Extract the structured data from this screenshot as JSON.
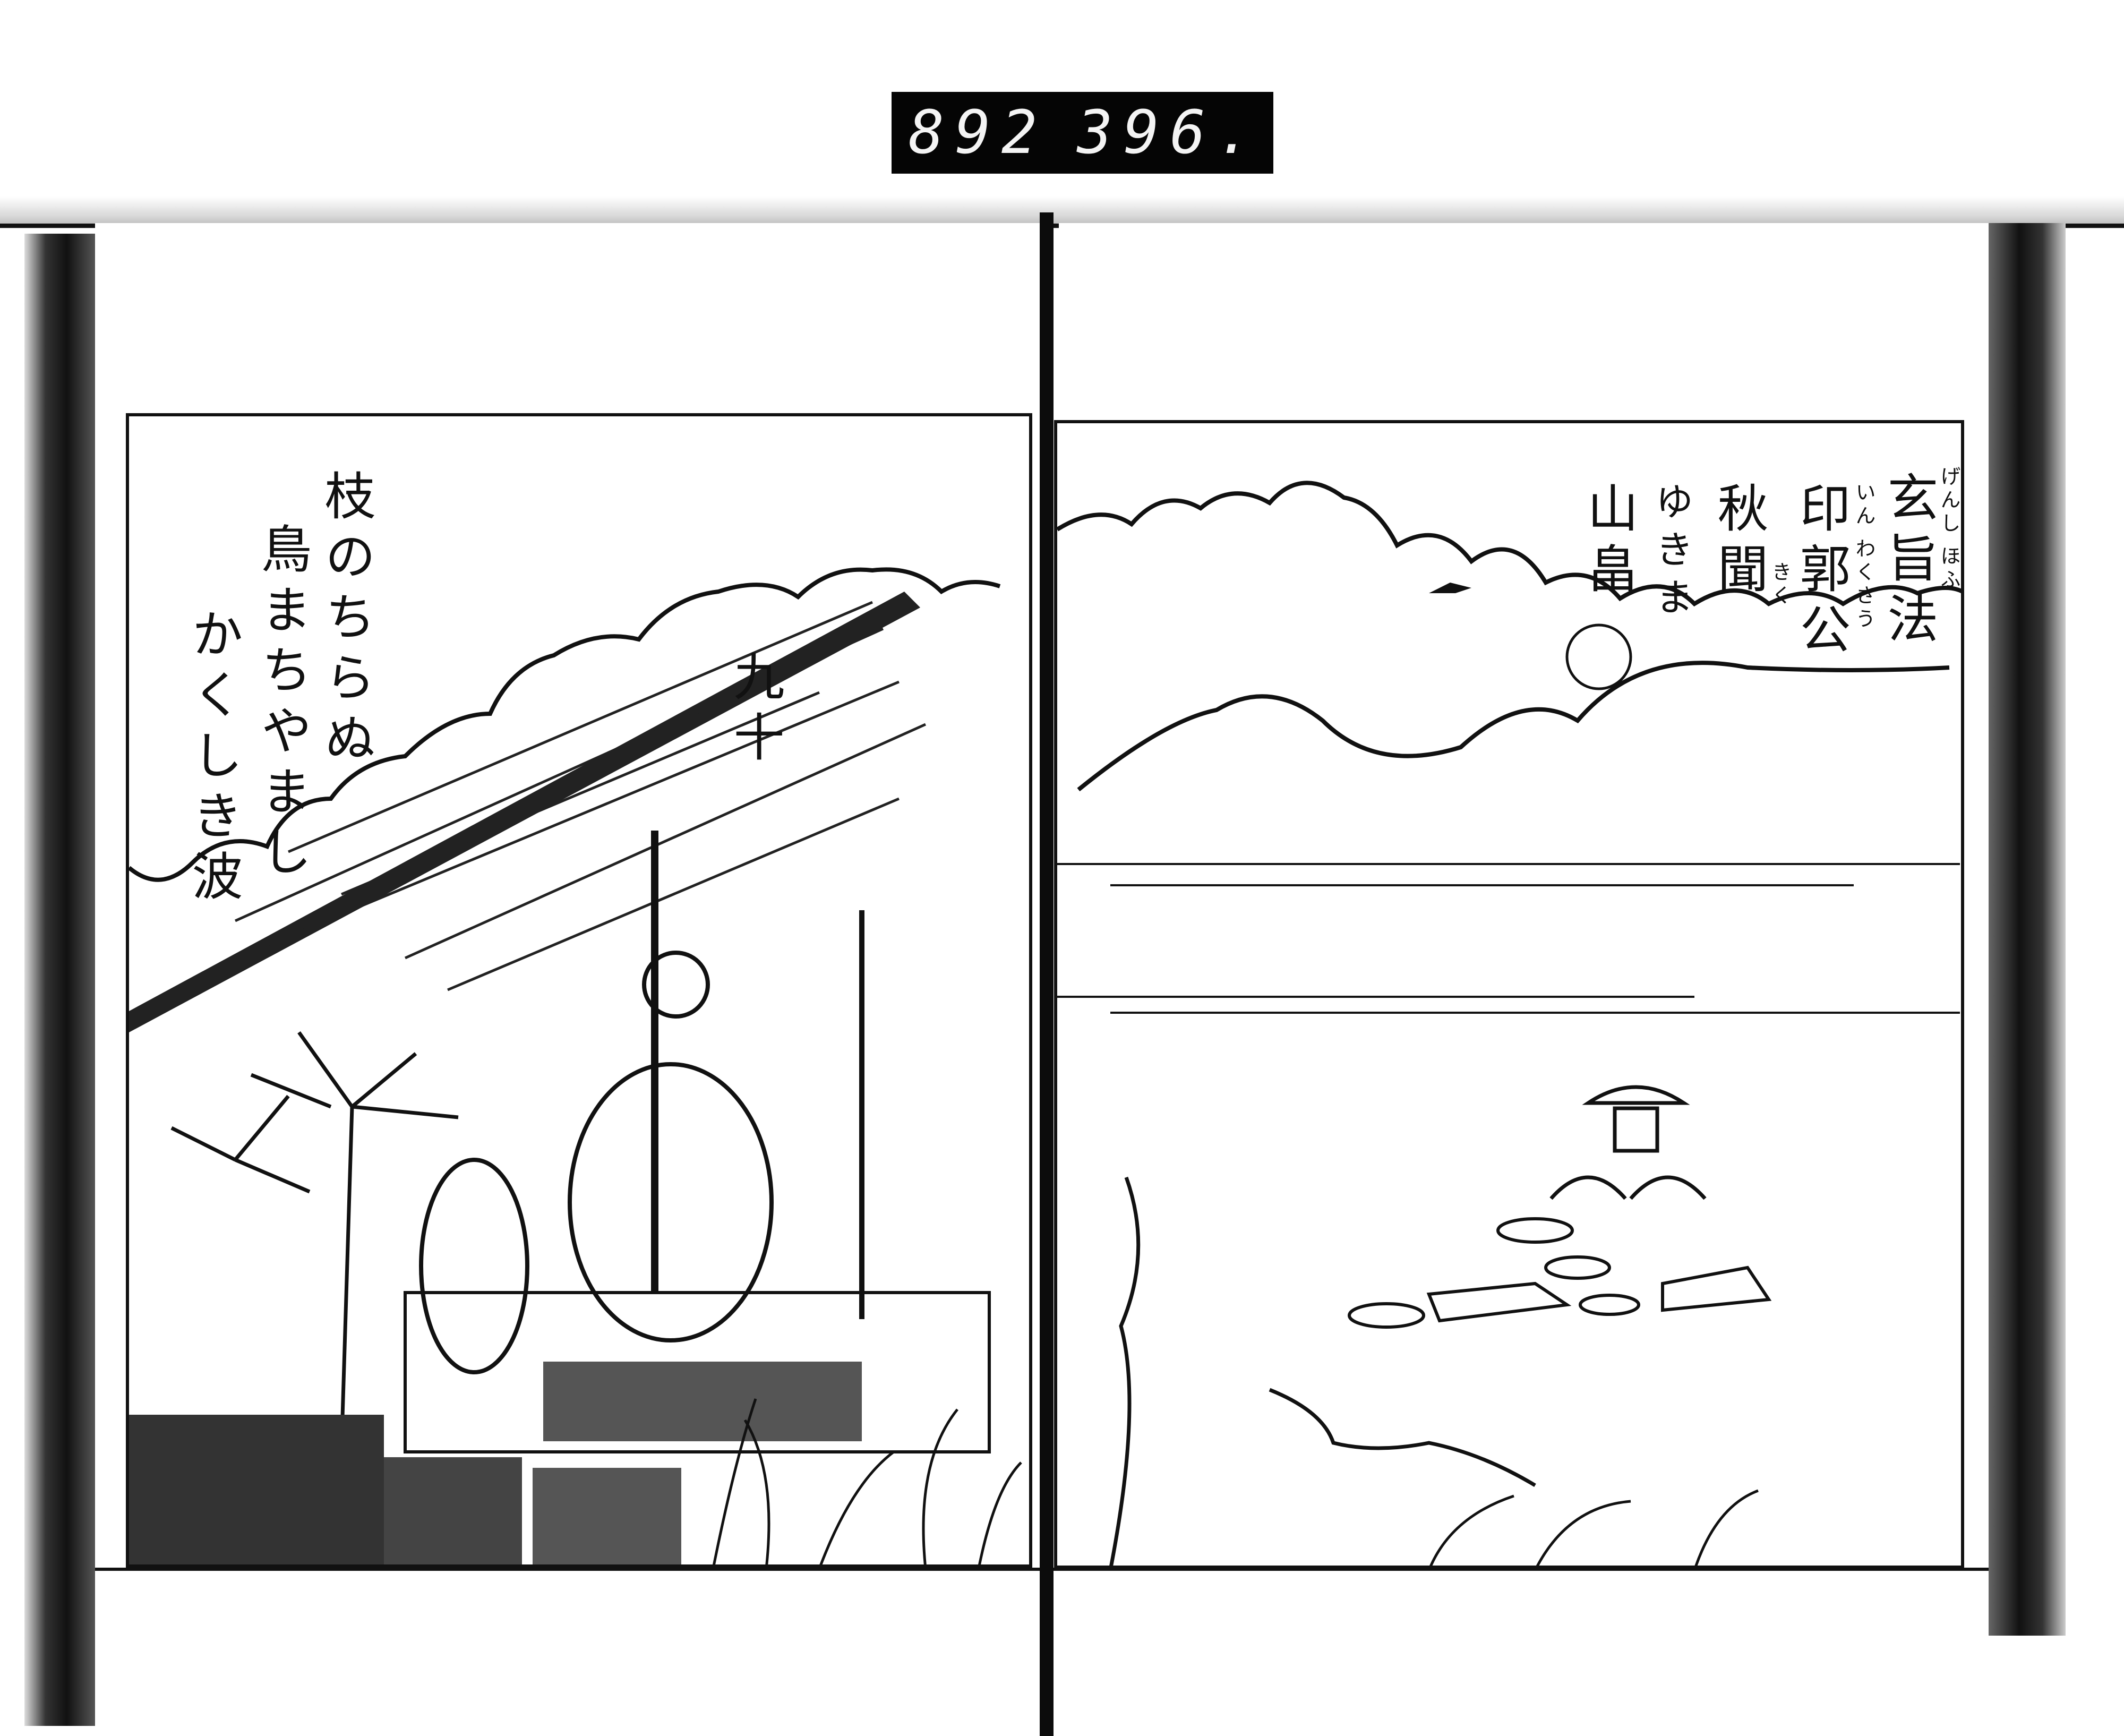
{
  "scan_label": {
    "left_number": "892",
    "right_number": "396."
  },
  "left_page": {
    "poem_number": "九十",
    "poem_lines": [
      "枝のちらぬ",
      "鳥まちやまし",
      "かくしき波"
    ]
  },
  "right_page": {
    "title_columns": [
      {
        "text": "玄旨法",
        "ruby": "げんし ほふ"
      },
      {
        "text": "印郭公",
        "ruby": "いん わくさう"
      },
      {
        "text": "秋聞",
        "ruby": "きく"
      },
      {
        "text": "ゆきま",
        "ruby": ""
      },
      {
        "text": "山畠",
        "ruby": ""
      }
    ]
  },
  "colors": {
    "ink": "#111111",
    "paper": "#ffffff",
    "label_bg": "#050505"
  }
}
